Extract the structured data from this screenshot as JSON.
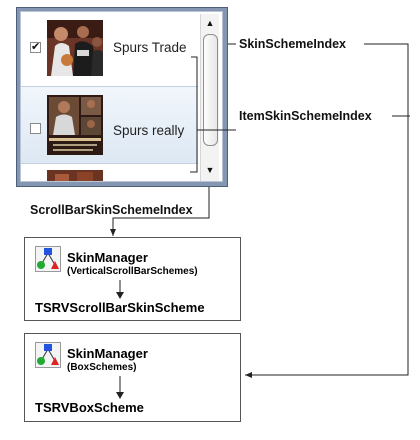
{
  "list": {
    "items": [
      {
        "label": "Spurs Trade",
        "checked": true,
        "check_glyph": "✔",
        "thumb_icon": "photo-players-icon"
      },
      {
        "label": "Spurs really",
        "checked": false,
        "check_glyph": "",
        "thumb_icon": "photo-player-collage-icon"
      },
      {
        "label": "",
        "checked": false,
        "check_glyph": "",
        "thumb_icon": "photo-partial-icon"
      }
    ],
    "scroll_up_glyph": "▲",
    "scroll_down_glyph": "▼"
  },
  "callouts": {
    "skin_scheme_index": "SkinSchemeIndex",
    "item_skin_scheme_index": "ItemSkinSchemeIndex",
    "scrollbar_skin_scheme_index": "ScrollBarSkinSchemeIndex"
  },
  "boxes": [
    {
      "manager": "SkinManager",
      "scheme": "(VerticalScrollBarSchemes)",
      "class_name": "TSRVScrollBarSkinScheme"
    },
    {
      "manager": "SkinManager",
      "scheme": "(BoxSchemes)",
      "class_name": "TSRVBoxScheme"
    }
  ],
  "colors": {
    "frame": "#8496b2",
    "selection": "#dde8f4",
    "line": "#222222"
  }
}
